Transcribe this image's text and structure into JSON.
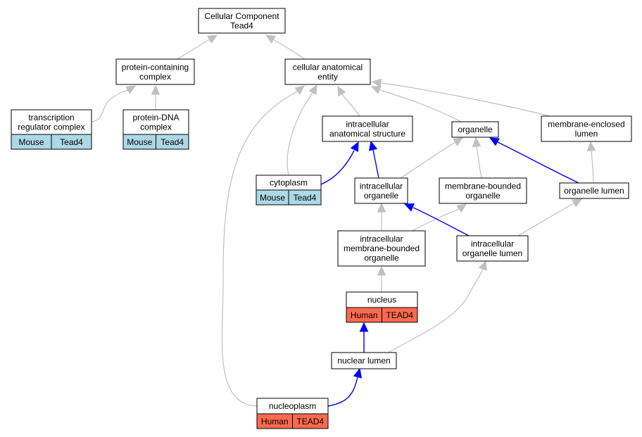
{
  "diagram": {
    "nodes": [
      {
        "id": "root",
        "lines": [
          "Cellular Component",
          "Tead4"
        ]
      },
      {
        "id": "protein-containing-complex",
        "lines": [
          "protein-containing",
          "complex"
        ]
      },
      {
        "id": "cellular-anatomical-entity",
        "lines": [
          "cellular anatomical",
          "entity"
        ]
      },
      {
        "id": "transcription-regulator-complex",
        "lines": [
          "transcription",
          "regulator complex"
        ],
        "annotation": [
          "Mouse",
          "Tead4"
        ]
      },
      {
        "id": "protein-dna-complex",
        "lines": [
          "protein-DNA",
          "complex"
        ],
        "annotation": [
          "Mouse",
          "Tead4"
        ]
      },
      {
        "id": "intracellular-anatomical-structure",
        "lines": [
          "intracellular",
          "anatomical structure"
        ]
      },
      {
        "id": "organelle",
        "lines": [
          "organelle"
        ]
      },
      {
        "id": "membrane-enclosed-lumen",
        "lines": [
          "membrane-enclosed",
          "lumen"
        ]
      },
      {
        "id": "cytoplasm",
        "lines": [
          "cytoplasm"
        ],
        "annotation": [
          "Mouse",
          "Tead4"
        ]
      },
      {
        "id": "intracellular-organelle",
        "lines": [
          "intracellular",
          "organelle"
        ]
      },
      {
        "id": "membrane-bounded-organelle",
        "lines": [
          "membrane-bounded",
          "organelle"
        ]
      },
      {
        "id": "organelle-lumen",
        "lines": [
          "organelle lumen"
        ]
      },
      {
        "id": "intracellular-membrane-bounded-organelle",
        "lines": [
          "intracellular",
          "membrane-bounded",
          "organelle"
        ]
      },
      {
        "id": "intracellular-organelle-lumen",
        "lines": [
          "intracellular",
          "organelle lumen"
        ]
      },
      {
        "id": "nucleus",
        "lines": [
          "nucleus"
        ],
        "annotation": [
          "Human",
          "TEAD4"
        ]
      },
      {
        "id": "nuclear-lumen",
        "lines": [
          "nuclear lumen"
        ]
      },
      {
        "id": "nucleoplasm",
        "lines": [
          "nucleoplasm"
        ],
        "annotation": [
          "Human",
          "TEAD4"
        ]
      }
    ],
    "edges": [
      {
        "from": "protein-containing-complex",
        "to": "root",
        "kind": "is_a"
      },
      {
        "from": "cellular-anatomical-entity",
        "to": "root",
        "kind": "is_a"
      },
      {
        "from": "transcription-regulator-complex",
        "to": "protein-containing-complex",
        "kind": "is_a"
      },
      {
        "from": "protein-dna-complex",
        "to": "protein-containing-complex",
        "kind": "is_a"
      },
      {
        "from": "intracellular-anatomical-structure",
        "to": "cellular-anatomical-entity",
        "kind": "is_a"
      },
      {
        "from": "organelle",
        "to": "cellular-anatomical-entity",
        "kind": "is_a"
      },
      {
        "from": "membrane-enclosed-lumen",
        "to": "cellular-anatomical-entity",
        "kind": "is_a"
      },
      {
        "from": "cytoplasm",
        "to": "cellular-anatomical-entity",
        "kind": "is_a"
      },
      {
        "from": "nucleoplasm",
        "to": "cellular-anatomical-entity",
        "kind": "is_a"
      },
      {
        "from": "cytoplasm",
        "to": "intracellular-anatomical-structure",
        "kind": "part_of"
      },
      {
        "from": "intracellular-organelle",
        "to": "intracellular-anatomical-structure",
        "kind": "part_of"
      },
      {
        "from": "intracellular-organelle",
        "to": "organelle",
        "kind": "is_a"
      },
      {
        "from": "membrane-bounded-organelle",
        "to": "organelle",
        "kind": "is_a"
      },
      {
        "from": "organelle-lumen",
        "to": "organelle",
        "kind": "part_of"
      },
      {
        "from": "organelle-lumen",
        "to": "membrane-enclosed-lumen",
        "kind": "is_a"
      },
      {
        "from": "intracellular-membrane-bounded-organelle",
        "to": "intracellular-organelle",
        "kind": "is_a"
      },
      {
        "from": "intracellular-membrane-bounded-organelle",
        "to": "membrane-bounded-organelle",
        "kind": "is_a"
      },
      {
        "from": "intracellular-organelle-lumen",
        "to": "intracellular-organelle",
        "kind": "part_of"
      },
      {
        "from": "intracellular-organelle-lumen",
        "to": "organelle-lumen",
        "kind": "is_a"
      },
      {
        "from": "nucleus",
        "to": "intracellular-membrane-bounded-organelle",
        "kind": "is_a"
      },
      {
        "from": "nuclear-lumen",
        "to": "nucleus",
        "kind": "part_of"
      },
      {
        "from": "nuclear-lumen",
        "to": "intracellular-organelle-lumen",
        "kind": "is_a"
      },
      {
        "from": "nucleoplasm",
        "to": "nuclear-lumen",
        "kind": "part_of"
      }
    ],
    "colors": {
      "is_a_edge": "#c0c0c0",
      "part_of_edge": "#0000ff",
      "mouse_annotation": "#add8e6",
      "human_annotation": "#fa6a4e"
    }
  }
}
